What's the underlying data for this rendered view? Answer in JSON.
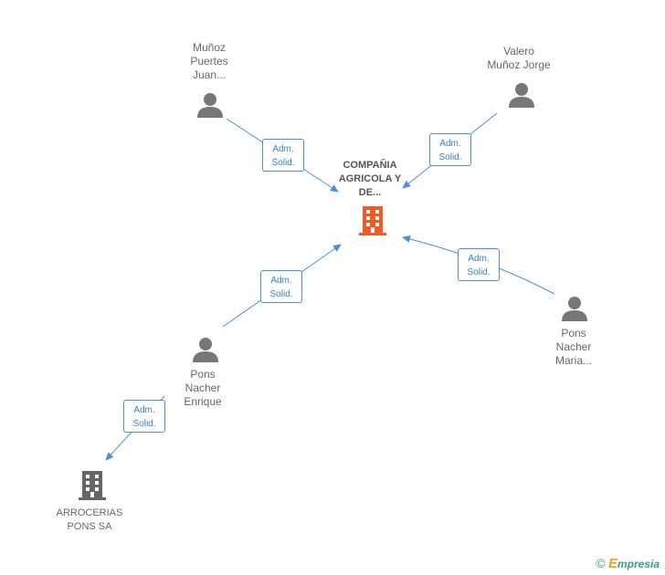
{
  "center": {
    "name_lines": [
      "COMPAÑIA",
      "AGRICOLA Y",
      "DE..."
    ],
    "icon": "building-icon",
    "color": "#f05a28"
  },
  "people": [
    {
      "id": "munoz",
      "name_lines": [
        "Muñoz",
        "Puertes",
        "Juan..."
      ],
      "icon": "person-icon"
    },
    {
      "id": "valero",
      "name_lines": [
        "Valero",
        "Muñoz Jorge"
      ],
      "icon": "person-icon"
    },
    {
      "id": "pons-maria",
      "name_lines": [
        "Pons",
        "Nacher",
        "Maria..."
      ],
      "icon": "person-icon"
    },
    {
      "id": "pons-enrique",
      "name_lines": [
        "Pons",
        "Nacher",
        "Enrique"
      ],
      "icon": "person-icon"
    }
  ],
  "companies": [
    {
      "id": "arrocerias",
      "name_lines": [
        "ARROCERIAS",
        "PONS SA"
      ],
      "icon": "building-icon",
      "color": "#666666"
    }
  ],
  "edges": [
    {
      "from": "munoz",
      "to": "center",
      "label_lines": [
        "Adm.",
        "Solid."
      ]
    },
    {
      "from": "valero",
      "to": "center",
      "label_lines": [
        "Adm.",
        "Solid."
      ]
    },
    {
      "from": "pons-enrique",
      "to": "center",
      "label_lines": [
        "Adm.",
        "Solid."
      ]
    },
    {
      "from": "pons-maria",
      "to": "center",
      "label_lines": [
        "Adm.",
        "Solid."
      ]
    },
    {
      "from": "pons-enrique",
      "to": "arrocerias",
      "label_lines": [
        "Adm.",
        "Solid."
      ]
    }
  ],
  "colors": {
    "edge": "#4a90d9",
    "person": "#777777"
  },
  "copyright": {
    "symbol": "©",
    "brand_initial": "E",
    "brand_rest": "mpresia"
  }
}
